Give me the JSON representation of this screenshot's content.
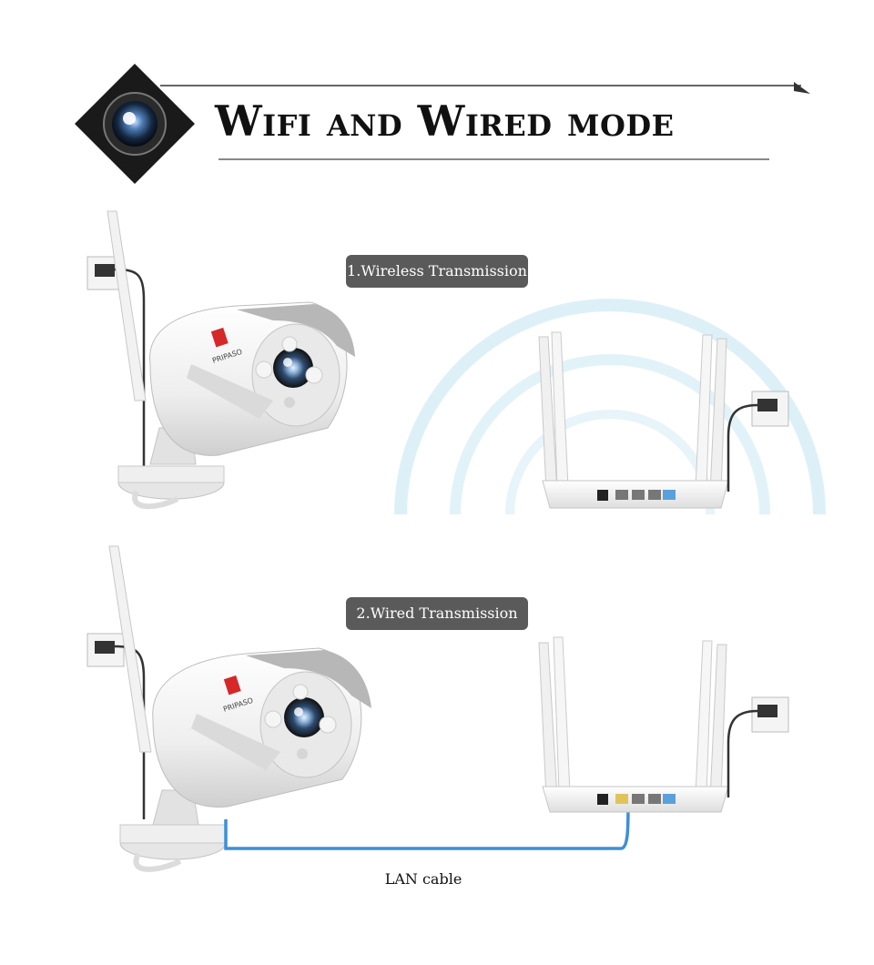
{
  "header": {
    "title": "Wifi and Wired mode"
  },
  "sections": [
    {
      "label": "1.Wireless Transmission"
    },
    {
      "label": "2.Wired Transmission"
    }
  ],
  "cable_label": "LAN cable",
  "camera": {
    "brand": "PRIPASO"
  },
  "colors": {
    "pill_bg": "#5a5a5a",
    "cable_blue": "#3d8fd6",
    "wifi_wave": "#cfe9f5",
    "diamond": "#1a1a1a"
  }
}
